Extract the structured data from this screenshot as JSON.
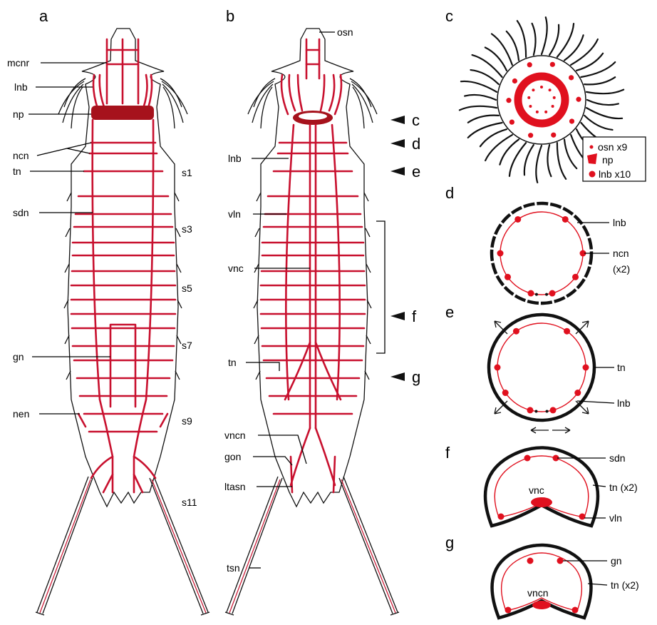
{
  "panels": {
    "a": "a",
    "b": "b",
    "c": "c",
    "d": "d",
    "e": "e",
    "f": "f",
    "g": "g"
  },
  "labels_a": {
    "mcnr": "mcnr",
    "lnb": "lnb",
    "np": "np",
    "ncn": "ncn",
    "tn": "tn",
    "sdn": "sdn",
    "gn": "gn",
    "nen": "nen",
    "s1": "s1",
    "s3": "s3",
    "s5": "s5",
    "s7": "s7",
    "s9": "s9",
    "s11": "s11"
  },
  "labels_b": {
    "osn": "osn",
    "lnb": "lnb",
    "vln": "vln",
    "vnc": "vnc",
    "tn": "tn",
    "vncn": "vncn",
    "gon": "gon",
    "ltasn": "ltasn",
    "tsn": "tsn"
  },
  "section_markers": {
    "c": "c",
    "d": "d",
    "e": "e",
    "f": "f",
    "g": "g"
  },
  "legend_c": {
    "osn": "osn x9",
    "np": "np",
    "lnb": "lnb x10"
  },
  "labels_d": {
    "lnb": "lnb",
    "ncn": "ncn",
    "ncn_mult": "(x2)"
  },
  "labels_e": {
    "tn": "tn",
    "lnb": "lnb"
  },
  "labels_f": {
    "sdn": "sdn",
    "tn": "tn (x2)",
    "vnc": "vnc",
    "vln": "vln"
  },
  "labels_g": {
    "gn": "gn",
    "tn": "tn (x2)",
    "vncn": "vncn"
  },
  "colors": {
    "nerve": "#c8102e",
    "dot": "#e0101e",
    "outline": "#111111"
  }
}
